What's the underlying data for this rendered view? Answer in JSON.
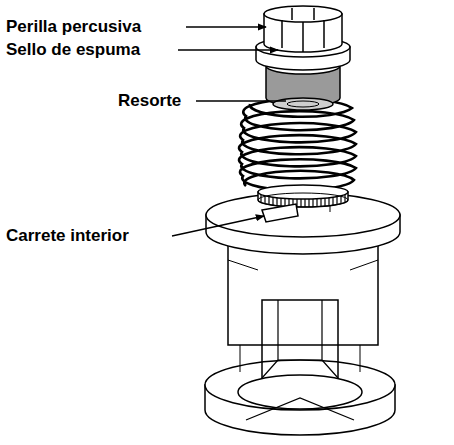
{
  "diagram": {
    "labels": [
      "Perilla percusiva",
      "Sello de espuma",
      "Resorte",
      "Carrete interior"
    ]
  }
}
